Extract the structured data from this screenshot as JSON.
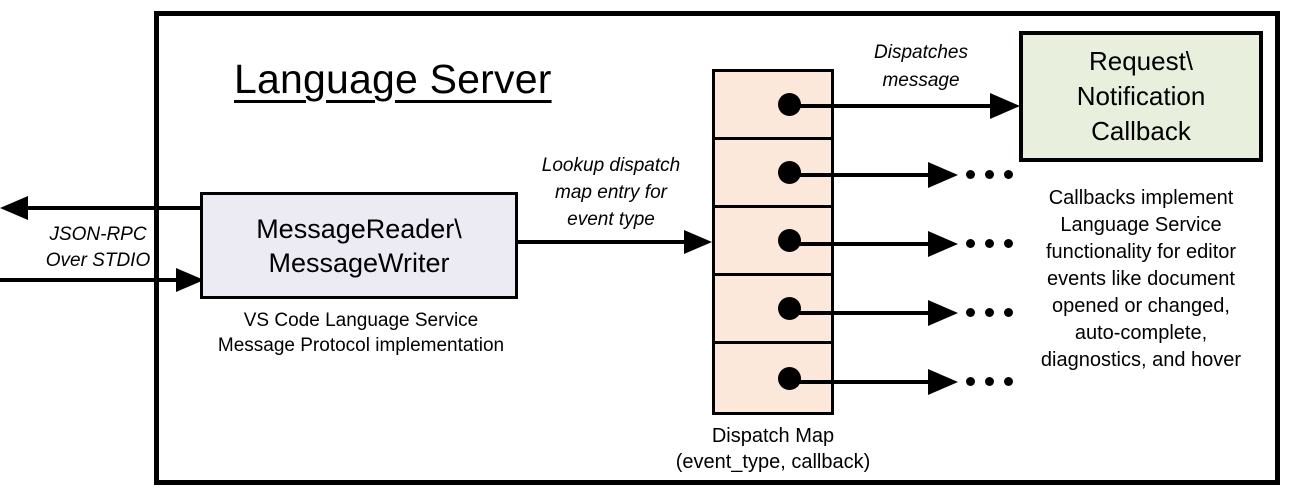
{
  "diagram": {
    "title": "Language Server",
    "colors": {
      "message_box_fill": "#ECEAF3",
      "dispatch_map_fill": "#FCE8DA",
      "callback_box_fill": "#E8EFDD",
      "stroke": "#000000",
      "background": "#FFFFFF"
    },
    "transport": {
      "label_line1": "JSON-RPC",
      "label_line2": "Over STDIO"
    },
    "message_box": {
      "line1": "MessageReader\\",
      "line2": "MessageWriter",
      "caption_line1": "VS Code Language Service",
      "caption_line2": "Message Protocol implementation"
    },
    "lookup_label": {
      "line1": "Lookup dispatch",
      "line2": "map entry for",
      "line3": "event type"
    },
    "dispatch_map": {
      "caption_line1": "Dispatch Map",
      "caption_line2": "(event_type, callback)",
      "row_count": 5,
      "rows": [
        {
          "index": 1,
          "marker": "callback-dot",
          "outgoing": "arrow-to-callback-box"
        },
        {
          "index": 2,
          "marker": "callback-dot",
          "outgoing": "arrow-to-ellipsis"
        },
        {
          "index": 3,
          "marker": "callback-dot",
          "outgoing": "arrow-to-ellipsis"
        },
        {
          "index": 4,
          "marker": "callback-dot",
          "outgoing": "arrow-to-ellipsis"
        },
        {
          "index": 5,
          "marker": "callback-dot",
          "outgoing": "arrow-to-ellipsis"
        }
      ],
      "ellipsis_text": "..."
    },
    "dispatch_label": {
      "line1": "Dispatches",
      "line2": "message"
    },
    "callback_box": {
      "line1": "Request\\",
      "line2": "Notification",
      "line3": "Callback",
      "caption_line1": "Callbacks implement",
      "caption_line2": "Language Service",
      "caption_line3": "functionality for editor",
      "caption_line4": "events like document",
      "caption_line5": "opened or changed,",
      "caption_line6": "auto-complete,",
      "caption_line7": "diagnostics, and hover"
    }
  }
}
